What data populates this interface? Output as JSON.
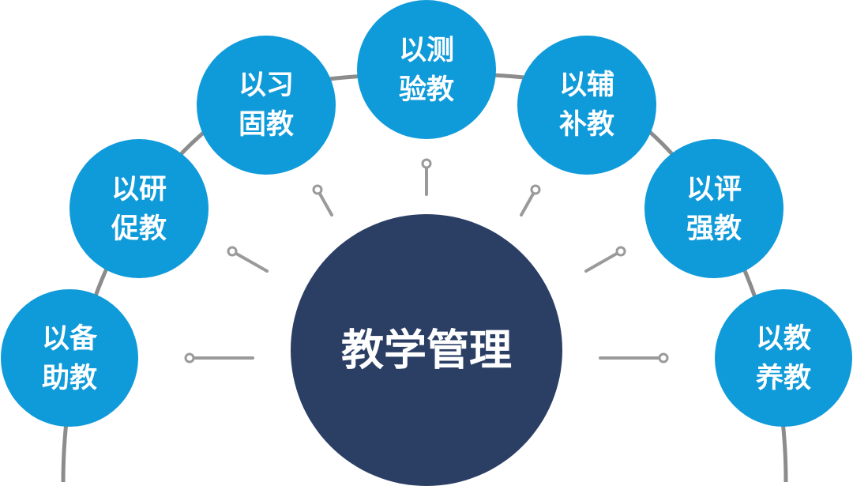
{
  "diagram": {
    "center_label": "教学管理",
    "nodes": [
      {
        "line1": "以备",
        "line2": "助教"
      },
      {
        "line1": "以研",
        "line2": "促教"
      },
      {
        "line1": "以习",
        "line2": "固教"
      },
      {
        "line1": "以测",
        "line2": "验教"
      },
      {
        "line1": "以辅",
        "line2": "补教"
      },
      {
        "line1": "以评",
        "line2": "强教"
      },
      {
        "line1": "以教",
        "line2": "养教"
      }
    ]
  },
  "colors": {
    "node_fill": "#0f9ad9",
    "center_fill": "#2b3e64",
    "arc_stroke": "#8c8c8c",
    "spoke_stroke": "#9a9a9a",
    "text": "#ffffff"
  }
}
